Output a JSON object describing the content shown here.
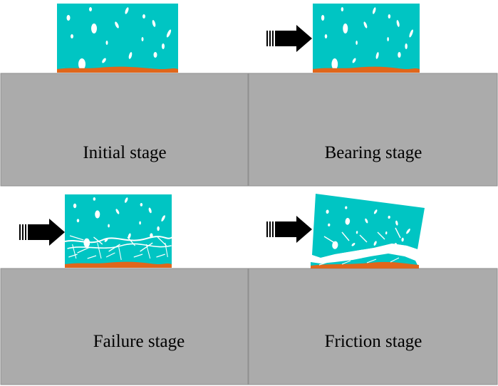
{
  "colors": {
    "block": "#00C5C3",
    "base": "#ABABAB",
    "base_border": "#8F8F8F",
    "bond_layer": "#E0661B",
    "pores_and_cracks": "#FFFFFF",
    "arrow": "#000000",
    "label_text": "#000000"
  },
  "panels": [
    {
      "id": "initial",
      "label": "Initial stage",
      "has_load_arrow": false,
      "crack_state": "none"
    },
    {
      "id": "bearing",
      "label": "Bearing stage",
      "has_load_arrow": true,
      "crack_state": "none"
    },
    {
      "id": "failure",
      "label": "Failure stage",
      "has_load_arrow": true,
      "crack_state": "microcracks"
    },
    {
      "id": "friction",
      "label": "Friction stage",
      "has_load_arrow": true,
      "crack_state": "through-crack, block tilted"
    }
  ]
}
